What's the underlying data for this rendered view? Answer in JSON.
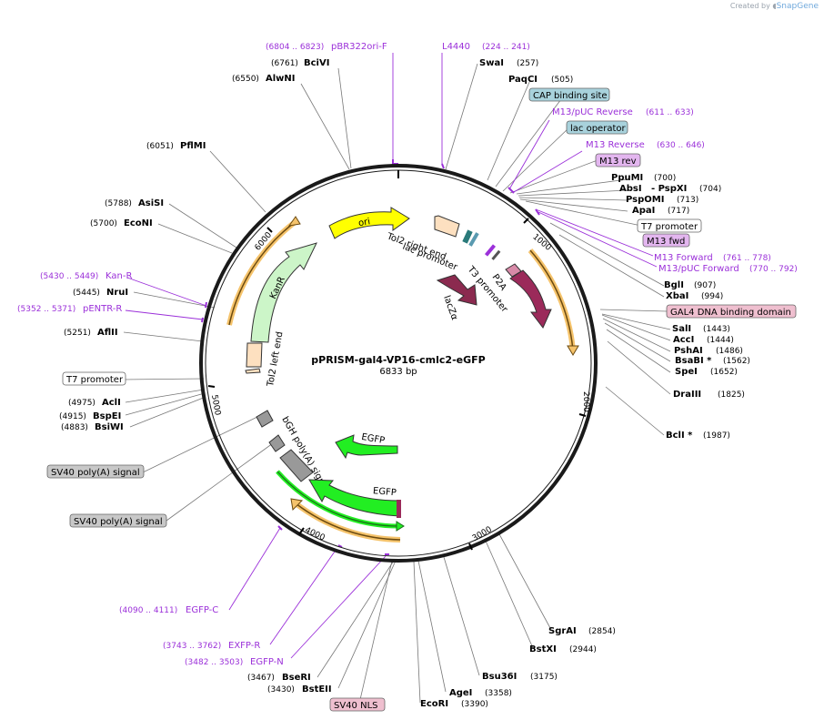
{
  "watermark": {
    "created_by": "Created by",
    "brand": "SnapGene"
  },
  "plasmid": {
    "name": "pPRISM-gal4-VP16-cmlc2-eGFP",
    "length": "6833 bp"
  },
  "ticks": [
    "1000",
    "2000",
    "3000",
    "4000",
    "5000",
    "6000"
  ],
  "sites": [
    {
      "name": "BciVI",
      "pos": "(6761)"
    },
    {
      "name": "AlwNI",
      "pos": "(6550)"
    },
    {
      "name": "PflMI",
      "pos": "(6051)"
    },
    {
      "name": "AsiSI",
      "pos": "(5788)"
    },
    {
      "name": "EcoNI",
      "pos": "(5700)"
    },
    {
      "name": "NruI",
      "pos": "(5445)"
    },
    {
      "name": "AflII",
      "pos": "(5251)"
    },
    {
      "name": "AclI",
      "pos": "(4975)"
    },
    {
      "name": "BspEI",
      "pos": "(4915)"
    },
    {
      "name": "BsiWI",
      "pos": "(4883)"
    },
    {
      "name": "BseRI",
      "pos": "(3467)"
    },
    {
      "name": "BstEII",
      "pos": "(3430)"
    },
    {
      "name": "SwaI",
      "pos": "(257)"
    },
    {
      "name": "PaqCI",
      "pos": "(505)"
    },
    {
      "name": "PpuMI",
      "pos": "(700)"
    },
    {
      "name": "AbsI",
      "pos": ""
    },
    {
      "name": "- PspXI",
      "pos": "(704)"
    },
    {
      "name": "PspOMI",
      "pos": "(713)"
    },
    {
      "name": "ApaI",
      "pos": "(717)"
    },
    {
      "name": "BglI",
      "pos": "(907)"
    },
    {
      "name": "XbaI",
      "pos": "(994)"
    },
    {
      "name": "SalI",
      "pos": "(1443)"
    },
    {
      "name": "AccI",
      "pos": "(1444)"
    },
    {
      "name": "PshAI",
      "pos": "(1486)"
    },
    {
      "name": "BsaBI *",
      "pos": "(1562)"
    },
    {
      "name": "SpeI",
      "pos": "(1652)"
    },
    {
      "name": "DraIII",
      "pos": "(1825)"
    },
    {
      "name": "BclI *",
      "pos": "(1987)"
    },
    {
      "name": "SgrAI",
      "pos": "(2854)"
    },
    {
      "name": "BstXI",
      "pos": "(2944)"
    },
    {
      "name": "Bsu36I",
      "pos": "(3175)"
    },
    {
      "name": "AgeI",
      "pos": "(3358)"
    },
    {
      "name": "EcoRI",
      "pos": "(3390)"
    }
  ],
  "primers": [
    {
      "name": "pBR322ori-F",
      "range": "(6804 .. 6823)"
    },
    {
      "name": "L4440",
      "range": "(224 .. 241)"
    },
    {
      "name": "M13/pUC Reverse",
      "range": "(611 .. 633)"
    },
    {
      "name": "M13 Reverse",
      "range": "(630 .. 646)"
    },
    {
      "name": "M13 Forward",
      "range": "(761 .. 778)"
    },
    {
      "name": "M13/pUC Forward",
      "range": "(770 .. 792)"
    },
    {
      "name": "Kan-R",
      "range": "(5430 .. 5449)"
    },
    {
      "name": "pENTR-R",
      "range": "(5352 .. 5371)"
    },
    {
      "name": "EGFP-C",
      "range": "(4090 .. 4111)"
    },
    {
      "name": "EXFP-R",
      "range": "(3743 .. 3762)"
    },
    {
      "name": "EGFP-N",
      "range": "(3482 .. 3503)"
    }
  ],
  "boxed_features": [
    {
      "label": "CAP binding site",
      "color": "#a8d2dc"
    },
    {
      "label": "lac operator",
      "color": "#a8d2dc"
    },
    {
      "label": "M13 rev",
      "color": "#e3b6ef"
    },
    {
      "label": "T7 promoter",
      "color": "#ffffff"
    },
    {
      "label": "M13 fwd",
      "color": "#e3b6ef"
    },
    {
      "label": "GAL4 DNA binding domain",
      "color": "#efbfcf"
    },
    {
      "label": "T7 promoter",
      "color": "#ffffff"
    },
    {
      "label": "SV40 poly(A) signal",
      "color": "#c8c8c8"
    },
    {
      "label": "SV40 poly(A) signal",
      "color": "#c8c8c8"
    },
    {
      "label": "SV40 NLS",
      "color": "#efbfcf"
    }
  ],
  "inner_features": [
    {
      "label": "ori"
    },
    {
      "label": "KanR"
    },
    {
      "label": "Tol2 right end"
    },
    {
      "label": "lac promoter"
    },
    {
      "label": "T3 promoter"
    },
    {
      "label": "P2A"
    },
    {
      "label": "lacZα"
    },
    {
      "label": "Tol2 left end"
    },
    {
      "label": "bGH poly(A) signal"
    },
    {
      "label": "EGFP"
    },
    {
      "label": "EGFP"
    }
  ],
  "colors": {
    "primer": "#9b30d9",
    "backbone": "#1a1a1a",
    "ori": "#ffff00",
    "kanr": "#ccf5c8",
    "egfp": "#22ee22",
    "p2a": "#9b2a5a",
    "lacz": "#8b2a4f",
    "tol2": "#fde0c0",
    "orf_arc": "#f5c36b"
  }
}
